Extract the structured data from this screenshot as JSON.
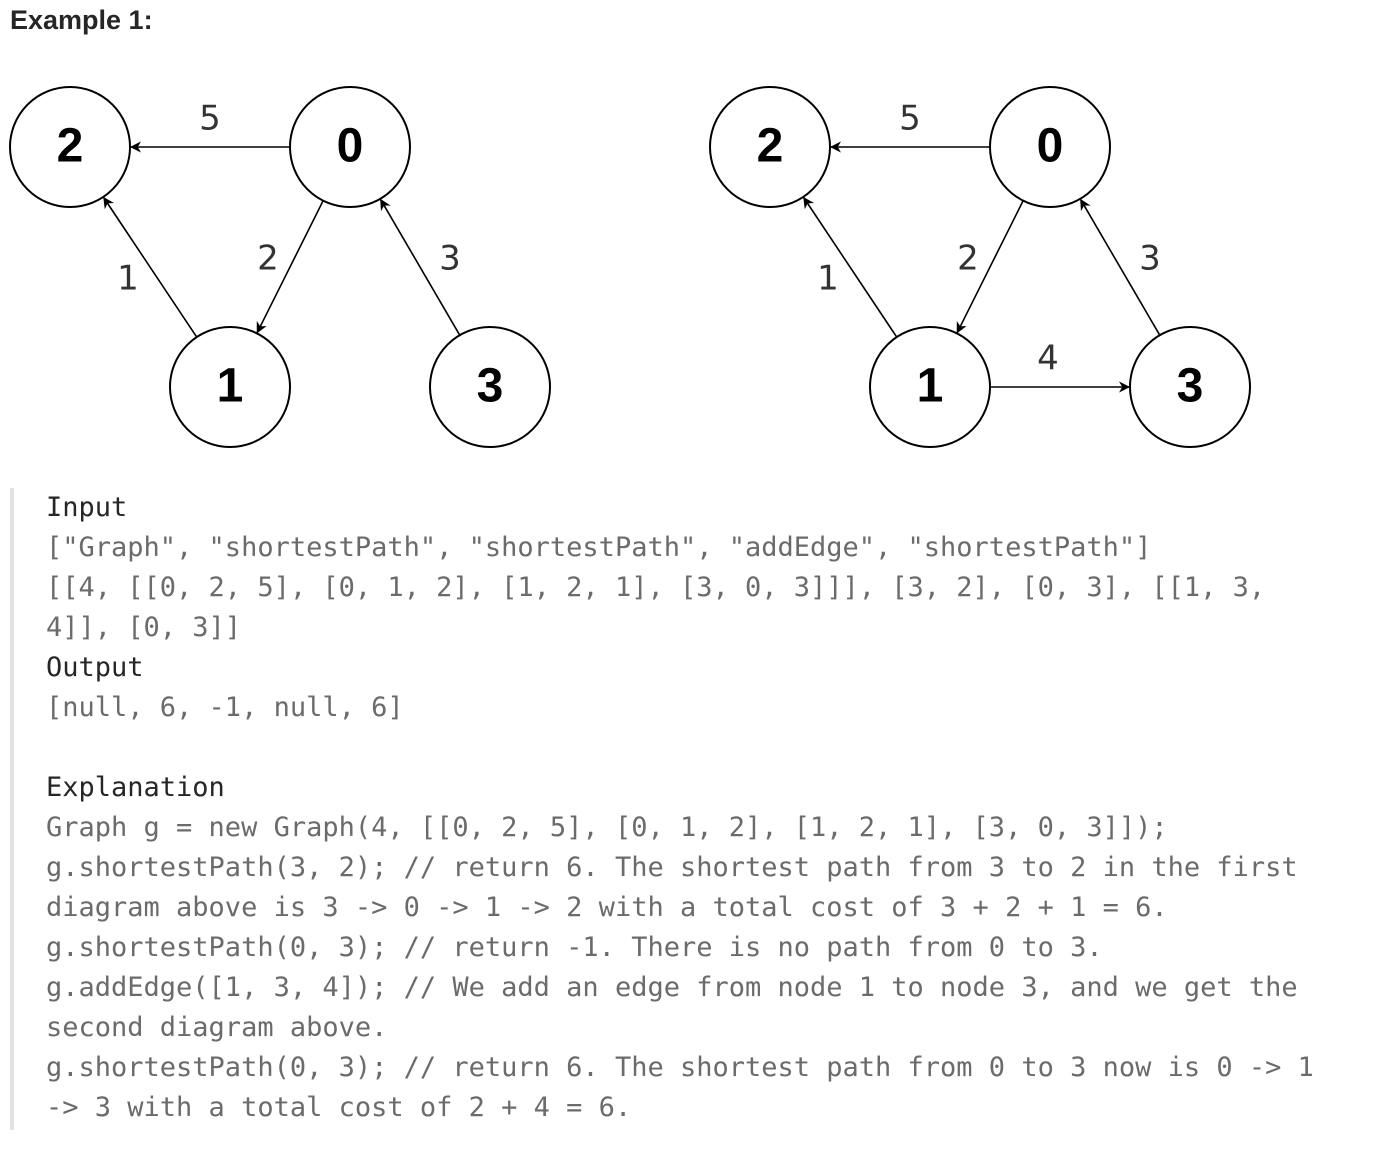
{
  "heading": "Example 1:",
  "diagrams": [
    {
      "nodes": [
        "0",
        "1",
        "2",
        "3"
      ],
      "edges": [
        {
          "from": "0",
          "to": "2",
          "weight": "5"
        },
        {
          "from": "0",
          "to": "1",
          "weight": "2"
        },
        {
          "from": "1",
          "to": "2",
          "weight": "1"
        },
        {
          "from": "3",
          "to": "0",
          "weight": "3"
        }
      ]
    },
    {
      "nodes": [
        "0",
        "1",
        "2",
        "3"
      ],
      "edges": [
        {
          "from": "0",
          "to": "2",
          "weight": "5"
        },
        {
          "from": "0",
          "to": "1",
          "weight": "2"
        },
        {
          "from": "1",
          "to": "2",
          "weight": "1"
        },
        {
          "from": "3",
          "to": "0",
          "weight": "3"
        },
        {
          "from": "1",
          "to": "3",
          "weight": "4"
        }
      ]
    }
  ],
  "example": {
    "input_label": "Input",
    "input_lines": [
      "[\"Graph\", \"shortestPath\", \"shortestPath\", \"addEdge\", \"shortestPath\"]",
      "[[4, [[0, 2, 5], [0, 1, 2], [1, 2, 1], [3, 0, 3]]], [3, 2], [0, 3], [[1, 3,",
      "4]], [0, 3]]"
    ],
    "output_label": "Output",
    "output_lines": [
      "[null, 6, -1, null, 6]"
    ],
    "explanation_label": "Explanation",
    "explanation_lines": [
      "Graph g = new Graph(4, [[0, 2, 5], [0, 1, 2], [1, 2, 1], [3, 0, 3]]);",
      "g.shortestPath(3, 2); // return 6. The shortest path from 3 to 2 in the first",
      "diagram above is 3 -> 0 -> 1 -> 2 with a total cost of 3 + 2 + 1 = 6.",
      "g.shortestPath(0, 3); // return -1. There is no path from 0 to 3.",
      "g.addEdge([1, 3, 4]); // We add an edge from node 1 to node 3, and we get the",
      "second diagram above.",
      "g.shortestPath(0, 3); // return 6. The shortest path from 0 to 3 now is 0 -> 1",
      "-> 3 with a total cost of 2 + 4 = 6."
    ]
  }
}
